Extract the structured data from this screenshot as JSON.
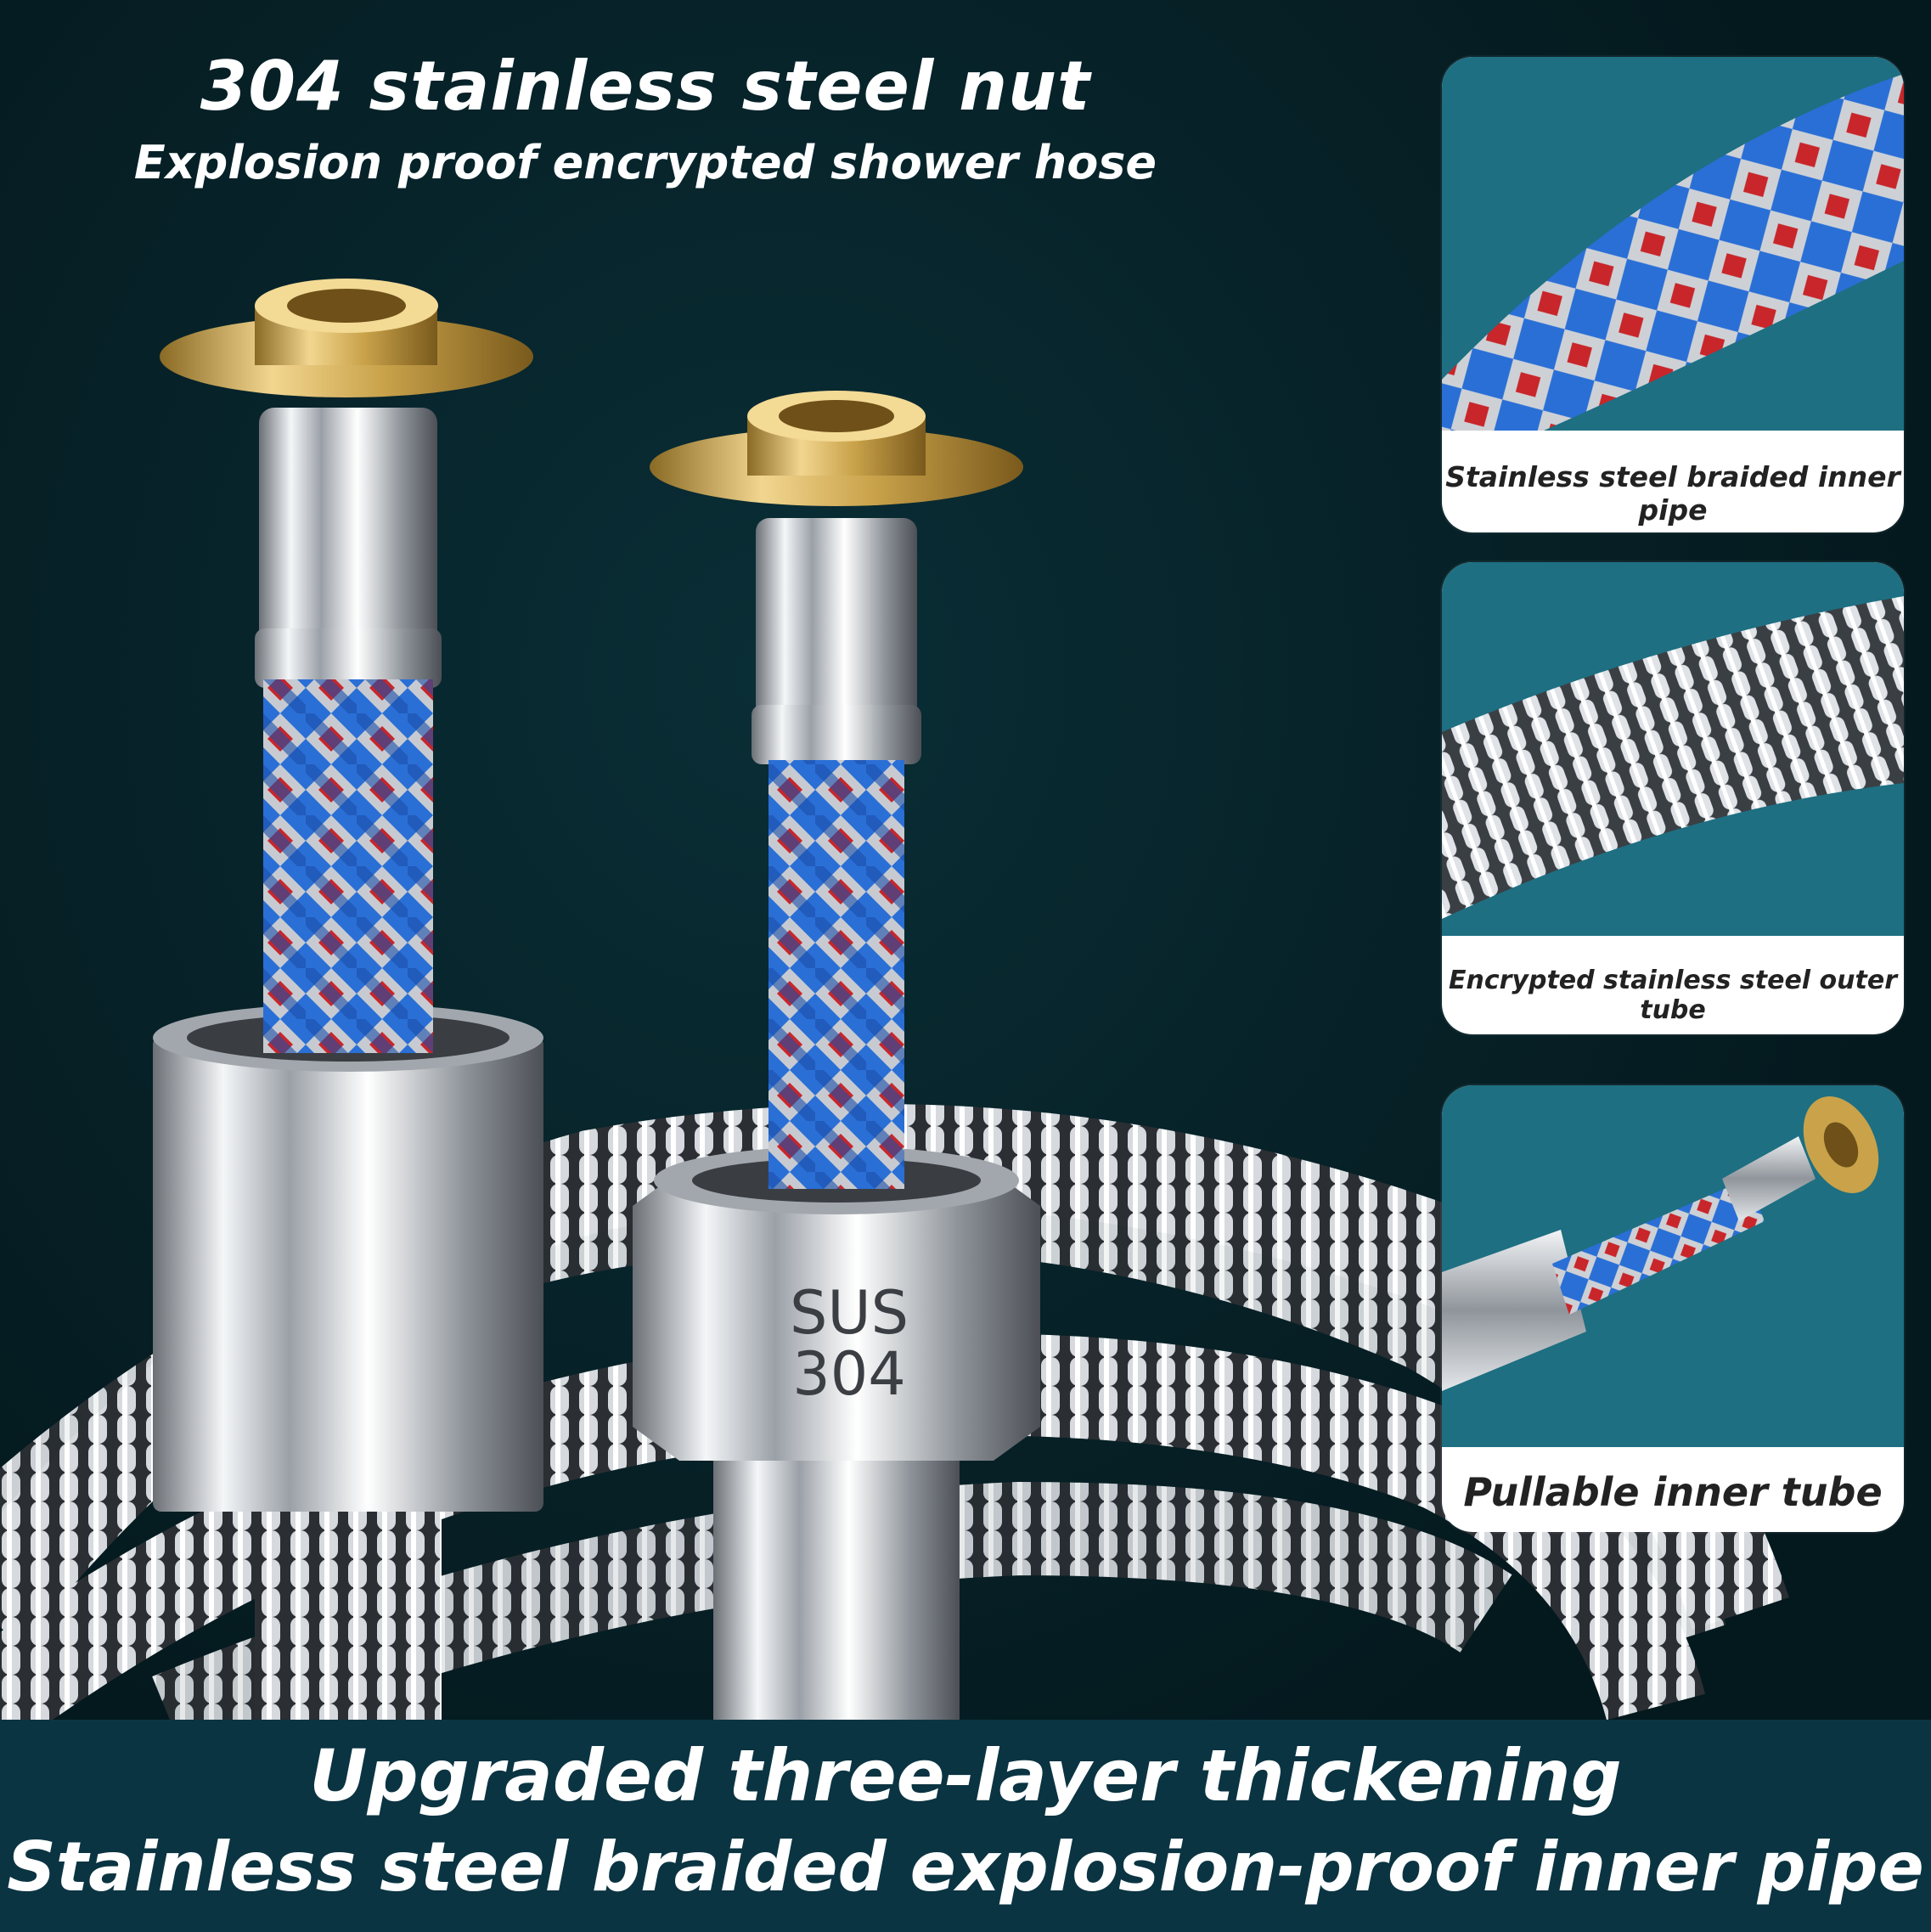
{
  "headline": {
    "title": "304 stainless steel nut",
    "subtitle": "Explosion proof encrypted shower hose"
  },
  "engraving": {
    "line1": "SUS",
    "line2": "304"
  },
  "feature_panels": [
    {
      "caption": "Stainless steel braided inner pipe"
    },
    {
      "caption": "Encrypted stainless steel outer tube"
    },
    {
      "caption": "Pullable inner tube"
    }
  ],
  "footer": {
    "line1": "Upgraded three-layer thickening",
    "line2": "Stainless steel braided explosion-proof inner pipe"
  },
  "colors": {
    "background": "#041c22",
    "footer_band": "#0b3442",
    "panel_teal": "#1e6f82",
    "brass": "#c9a24a",
    "braid_blue": "#2a6fd6",
    "braid_red": "#c8262a",
    "steel": "#c9ccd1"
  }
}
